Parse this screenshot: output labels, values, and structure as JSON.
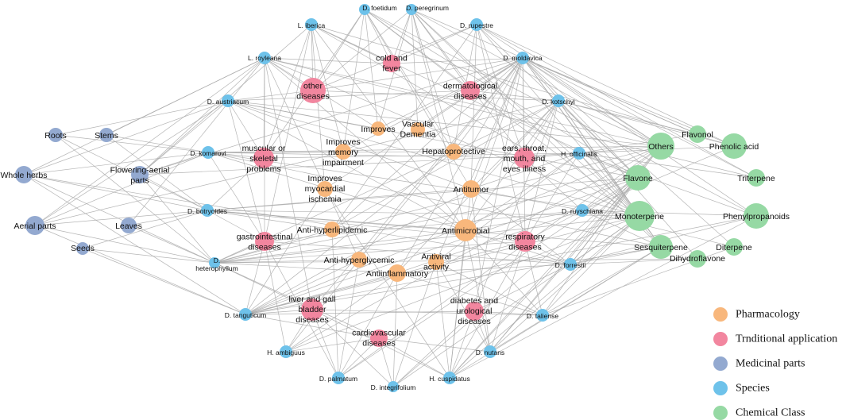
{
  "colors": {
    "pharmacology": "#F8B77C",
    "traditional": "#F2869F",
    "medicinal": "#93A9D0",
    "species": "#6EC2EA",
    "chemical": "#96D9A4",
    "edge": "#a8a8a8"
  },
  "legend": [
    {
      "label": "Pharmacology",
      "group": "pharmacology"
    },
    {
      "label": "Trnditional application",
      "group": "traditional"
    },
    {
      "label": "Medicinal parts",
      "group": "medicinal"
    },
    {
      "label": "Species",
      "group": "species"
    },
    {
      "label": "Chemical Class",
      "group": "chemical"
    }
  ],
  "nodes": [
    {
      "id": "foetidum",
      "group": "species",
      "lines": [
        "D. foetidum"
      ]
    },
    {
      "id": "peregrinum",
      "group": "species",
      "lines": [
        "D. peregrinum"
      ]
    },
    {
      "id": "iberica",
      "group": "species",
      "lines": [
        "L. iberica"
      ]
    },
    {
      "id": "rupestre",
      "group": "species",
      "lines": [
        "D. rupestre"
      ]
    },
    {
      "id": "royleana",
      "group": "species",
      "lines": [
        "L. royleana"
      ]
    },
    {
      "id": "moldavica",
      "group": "species",
      "lines": [
        "D. moldavica"
      ]
    },
    {
      "id": "austriacum",
      "group": "species",
      "lines": [
        "D. austriacum"
      ]
    },
    {
      "id": "kotschyi",
      "group": "species",
      "lines": [
        "D. kotschyi"
      ]
    },
    {
      "id": "komarovi",
      "group": "species",
      "lines": [
        "D. komarovi"
      ]
    },
    {
      "id": "officinalis",
      "group": "species",
      "lines": [
        "H. officinalis"
      ]
    },
    {
      "id": "botryoides",
      "group": "species",
      "lines": [
        "D. botryoides"
      ]
    },
    {
      "id": "ruyschiana",
      "group": "species",
      "lines": [
        "D. ruyschiana"
      ]
    },
    {
      "id": "heterophyllum",
      "group": "species",
      "lines": [
        "D.",
        "heterophyllum"
      ]
    },
    {
      "id": "forrestii",
      "group": "species",
      "lines": [
        "D. forrestii"
      ]
    },
    {
      "id": "tanguticum",
      "group": "species",
      "lines": [
        "D. tanguticum"
      ]
    },
    {
      "id": "taliense",
      "group": "species",
      "lines": [
        "D. taliense"
      ]
    },
    {
      "id": "ambiguus",
      "group": "species",
      "lines": [
        "H. ambiguus"
      ]
    },
    {
      "id": "nutans",
      "group": "species",
      "lines": [
        "D. nutans"
      ]
    },
    {
      "id": "palmatum",
      "group": "species",
      "lines": [
        "D. palmatum"
      ]
    },
    {
      "id": "integrifolium",
      "group": "species",
      "lines": [
        "D. integrifolium"
      ]
    },
    {
      "id": "cuspidatus",
      "group": "species",
      "lines": [
        "H. cuspidatus"
      ]
    },
    {
      "id": "cold",
      "group": "traditional",
      "lines": [
        "cold and",
        "fever"
      ]
    },
    {
      "id": "other",
      "group": "traditional",
      "lines": [
        "other",
        "diseases"
      ]
    },
    {
      "id": "dermatological",
      "group": "traditional",
      "lines": [
        "dermatological",
        "diseases"
      ]
    },
    {
      "id": "muscular",
      "group": "traditional",
      "lines": [
        "muscular or",
        "skeletal",
        "problems"
      ]
    },
    {
      "id": "ears",
      "group": "traditional",
      "lines": [
        "ears, throat,",
        "mouth, and",
        "eyes illness"
      ]
    },
    {
      "id": "gastro",
      "group": "traditional",
      "lines": [
        "gastrointestinal",
        "diseases"
      ]
    },
    {
      "id": "respiratory",
      "group": "traditional",
      "lines": [
        "respiratory",
        "diseases"
      ]
    },
    {
      "id": "liver",
      "group": "traditional",
      "lines": [
        "liver and gall",
        "bladder",
        "diseases"
      ]
    },
    {
      "id": "diabetes",
      "group": "traditional",
      "lines": [
        "diabetes and",
        "urological",
        "diseases"
      ]
    },
    {
      "id": "cardio",
      "group": "traditional",
      "lines": [
        "cardiovascular",
        "diseases"
      ]
    },
    {
      "id": "improves",
      "group": "pharmacology",
      "lines": [
        "Improves"
      ]
    },
    {
      "id": "dementia",
      "group": "pharmacology",
      "lines": [
        "Vascular",
        "Dementia"
      ]
    },
    {
      "id": "memory",
      "group": "pharmacology",
      "lines": [
        "Improves",
        "memory",
        "impairment"
      ]
    },
    {
      "id": "hepato",
      "group": "pharmacology",
      "lines": [
        "Hepatoprotective"
      ]
    },
    {
      "id": "myocardial",
      "group": "pharmacology",
      "lines": [
        "Improves",
        "myocardial",
        "ischemia"
      ]
    },
    {
      "id": "antitumor",
      "group": "pharmacology",
      "lines": [
        "Antitumor"
      ]
    },
    {
      "id": "antihyperlipidemic",
      "group": "pharmacology",
      "lines": [
        "Anti-hyperlipidemic"
      ]
    },
    {
      "id": "antimicrobial",
      "group": "pharmacology",
      "lines": [
        "Antimicrobial"
      ]
    },
    {
      "id": "antihyperglycemic",
      "group": "pharmacology",
      "lines": [
        "Anti-hyperglycemic"
      ]
    },
    {
      "id": "antiviral",
      "group": "pharmacology",
      "lines": [
        "Antiviral",
        "activity"
      ]
    },
    {
      "id": "antiinflammatory",
      "group": "pharmacology",
      "lines": [
        "Antiinflammatory"
      ]
    },
    {
      "id": "roots",
      "group": "medicinal",
      "lines": [
        "Roots"
      ]
    },
    {
      "id": "stems",
      "group": "medicinal",
      "lines": [
        "Stems"
      ]
    },
    {
      "id": "wholeherbs",
      "group": "medicinal",
      "lines": [
        "Whole herbs"
      ]
    },
    {
      "id": "flowering",
      "group": "medicinal",
      "lines": [
        "Flowering-aerial",
        "parts"
      ]
    },
    {
      "id": "aerial",
      "group": "medicinal",
      "lines": [
        "Aerial parts"
      ]
    },
    {
      "id": "leaves",
      "group": "medicinal",
      "lines": [
        "Leaves"
      ]
    },
    {
      "id": "seeds",
      "group": "medicinal",
      "lines": [
        "Seeds"
      ]
    },
    {
      "id": "flavonol",
      "group": "chemical",
      "lines": [
        "Flavonol"
      ]
    },
    {
      "id": "others",
      "group": "chemical",
      "lines": [
        "Others"
      ]
    },
    {
      "id": "phenolic",
      "group": "chemical",
      "lines": [
        "Phenolic acid"
      ]
    },
    {
      "id": "flavone",
      "group": "chemical",
      "lines": [
        "Flavone"
      ]
    },
    {
      "id": "triterpene",
      "group": "chemical",
      "lines": [
        "Triterpene"
      ]
    },
    {
      "id": "monoterpene",
      "group": "chemical",
      "lines": [
        "Monoterpene"
      ]
    },
    {
      "id": "phenylpropanoids",
      "group": "chemical",
      "lines": [
        "Phenylpropanoids"
      ]
    },
    {
      "id": "sesquiterpene",
      "group": "chemical",
      "lines": [
        "Sesquiterpene"
      ]
    },
    {
      "id": "diterpene",
      "group": "chemical",
      "lines": [
        "Diterpene"
      ]
    },
    {
      "id": "dihydroflavone",
      "group": "chemical",
      "lines": [
        "Dihydroflavone"
      ]
    }
  ]
}
